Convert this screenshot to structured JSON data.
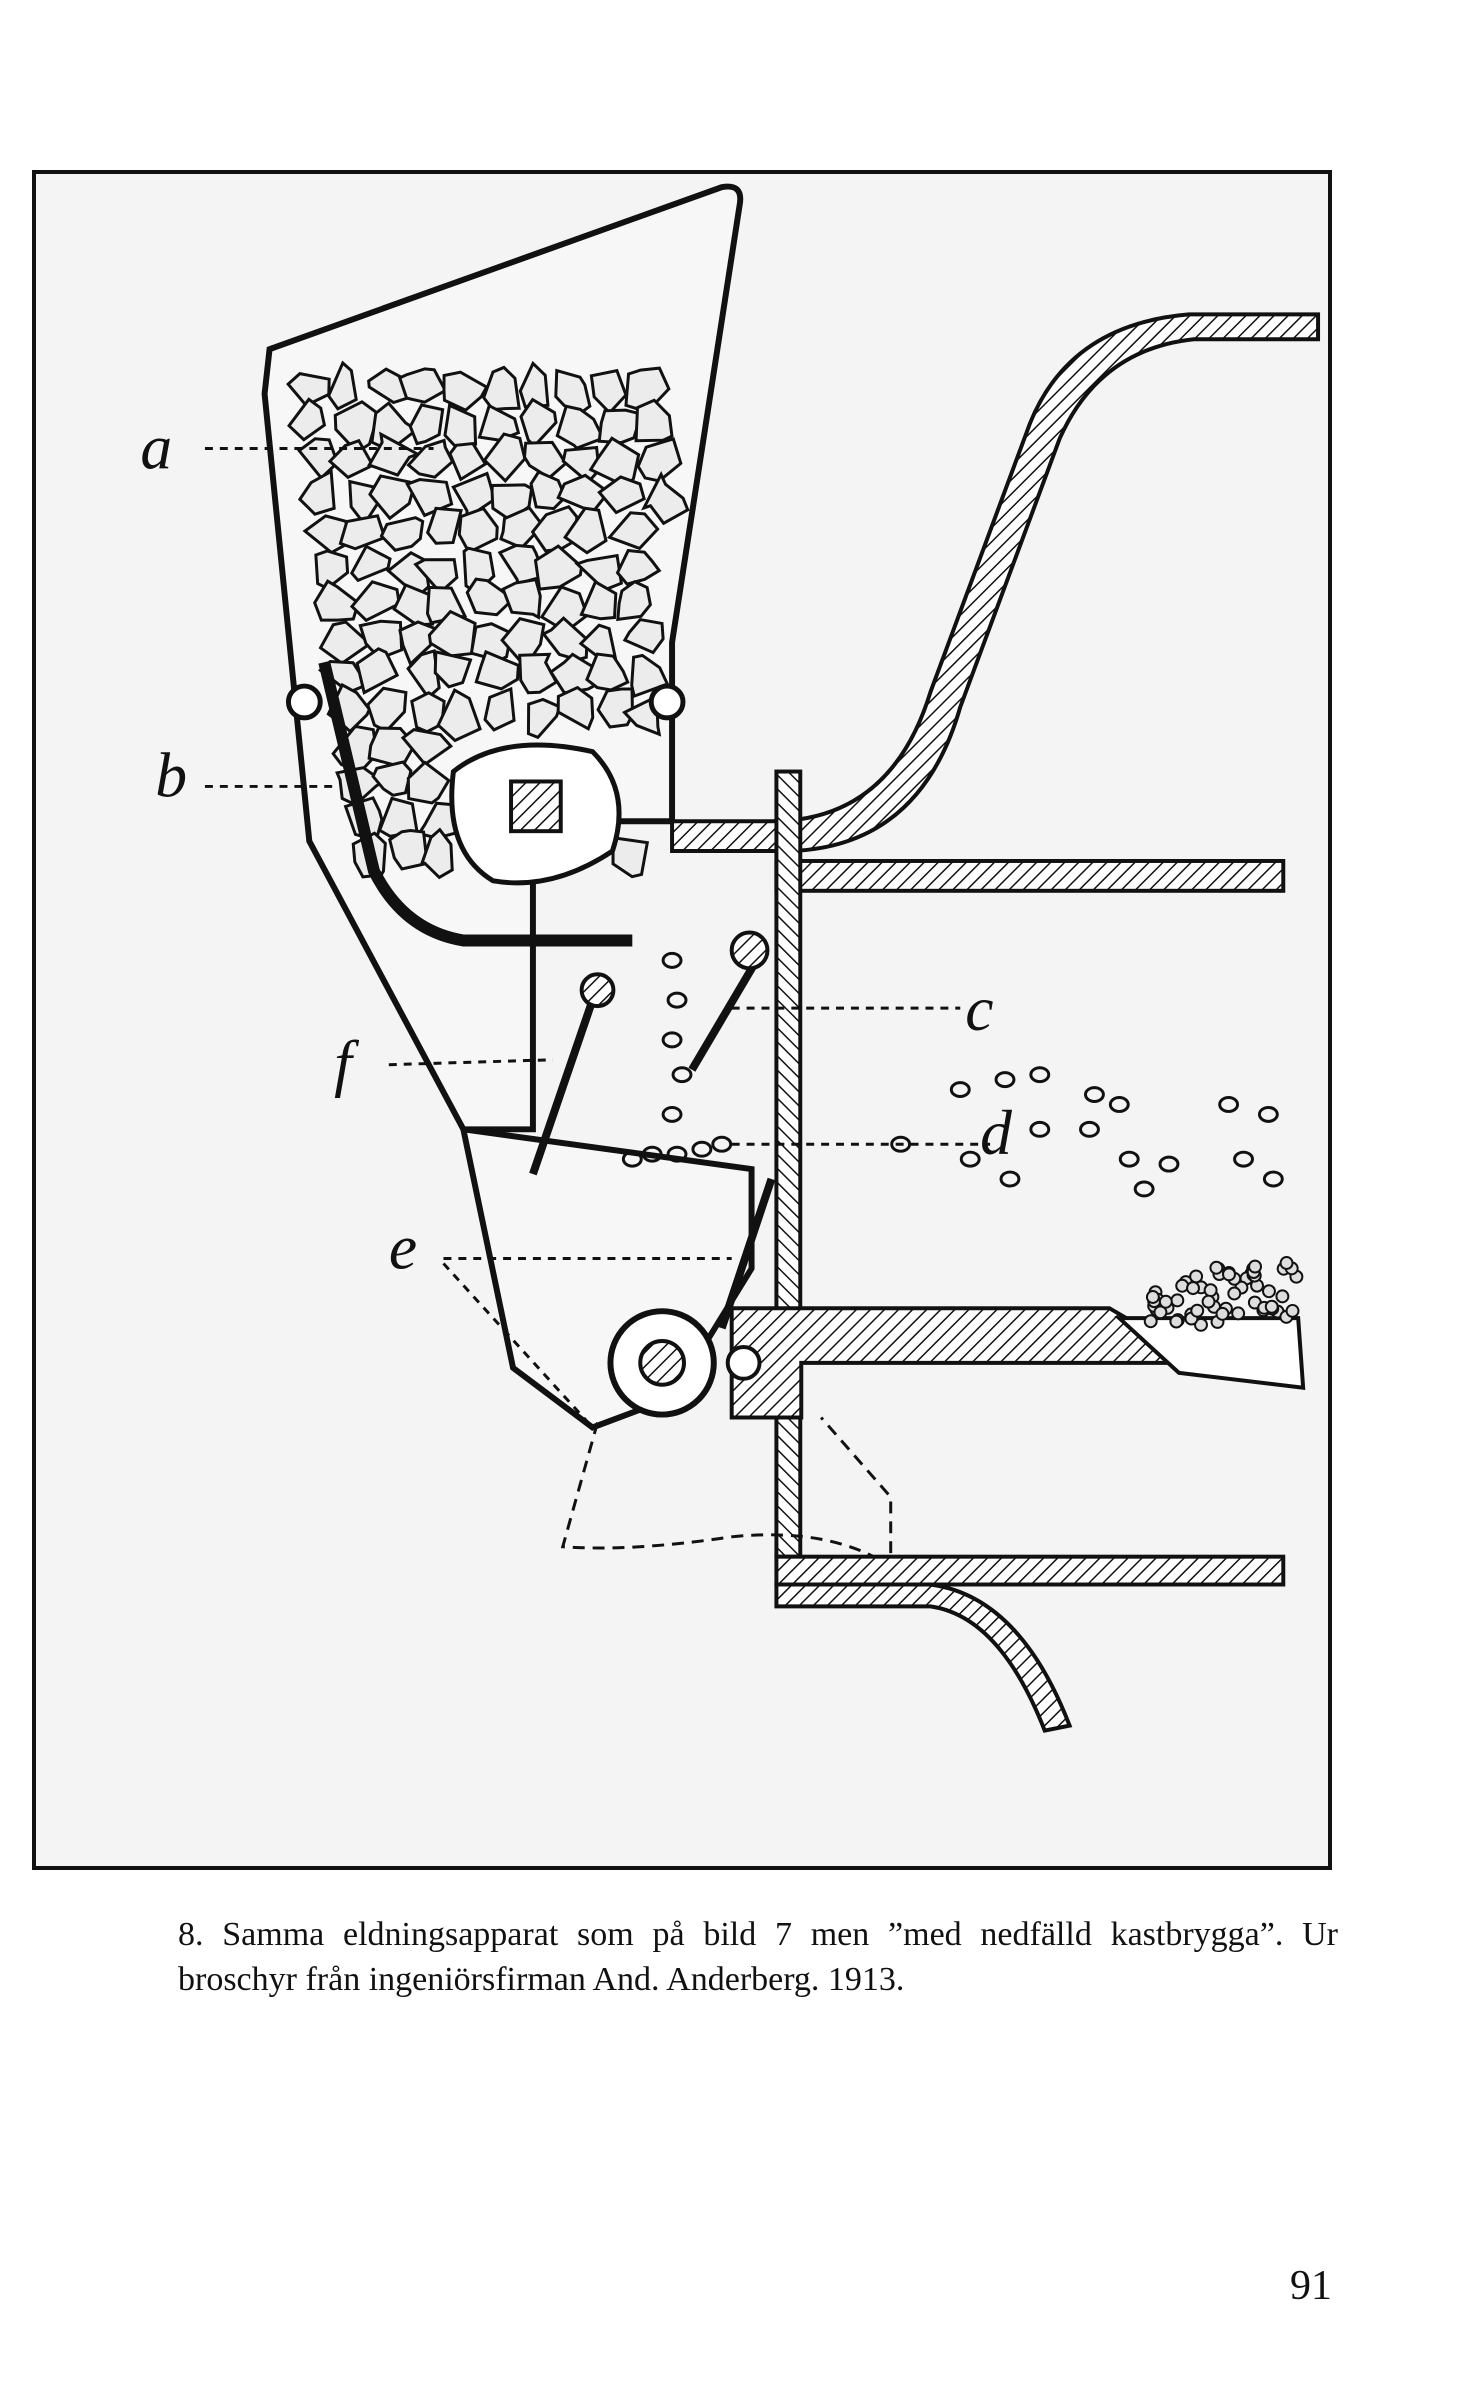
{
  "figure": {
    "labels": {
      "a": "a",
      "b": "b",
      "c": "c",
      "d": "d",
      "e": "e",
      "f": "f"
    }
  },
  "caption": {
    "text": "8. Samma eldningsapparat som på bild 7 men ”med nedfälld kastbrygga”. Ur broschyr från ingeniörsfirman And. Anderberg. 1913."
  },
  "page_number": "91"
}
